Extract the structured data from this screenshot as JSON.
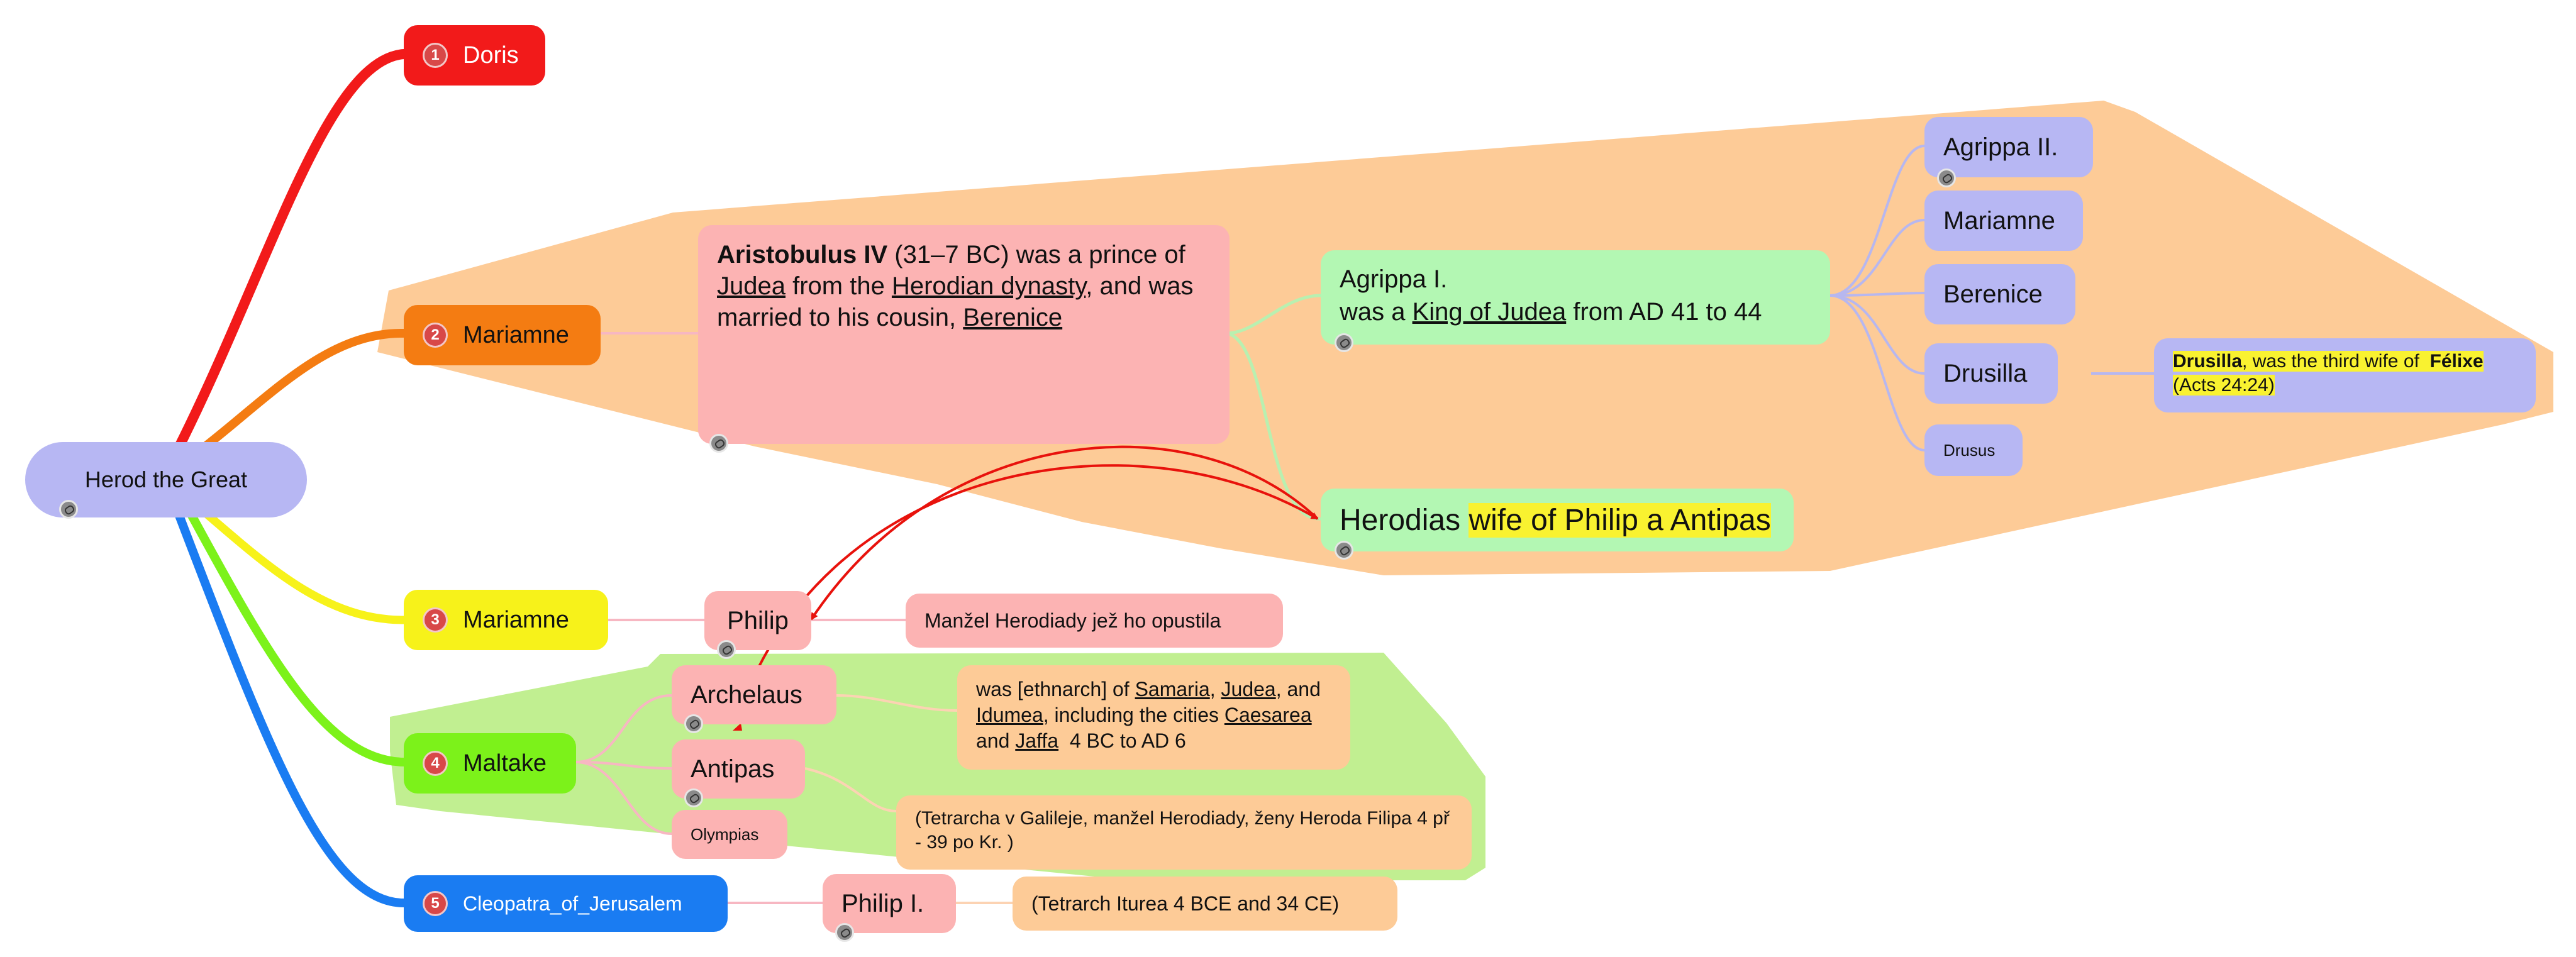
{
  "root": {
    "label": "Herod the Great"
  },
  "wives": [
    {
      "num": "1",
      "label": "Doris",
      "color": "#f21a1a"
    },
    {
      "num": "2",
      "label": "Mariamne",
      "color": "#f47c12"
    },
    {
      "num": "3",
      "label": "Mariamne",
      "color": "#f7f21a"
    },
    {
      "num": "4",
      "label": "Maltake",
      "color": "#7cf21a"
    },
    {
      "num": "5",
      "label": "Cleopatra_of_Jerusalem",
      "color": "#1a7cf2"
    }
  ],
  "aristobulus": {
    "name": "Aristobulus IV",
    "t1": " (31–7 BC) was a prince of ",
    "judea": "Judea",
    "t2": " from the ",
    "dynasty": "Herodian dynasty",
    "t3": ", and was married to his cousin, ",
    "berenice": "Berenice"
  },
  "agrippa1": {
    "line1": "Agrippa I.",
    "t1": "was a ",
    "king": "King of Judea",
    "t2": " from AD 41 to 44"
  },
  "herodias": {
    "name": "Herodias ",
    "highlight": "wife of Philip a Antipas"
  },
  "agrippa_children": [
    "Agrippa II.",
    "Mariamne",
    "Berenice",
    "Drusilla",
    "Drusus"
  ],
  "drusilla_note": {
    "name": "Drusilla",
    "t1": ", was the third wife of ",
    "felix": " Félixe",
    "t2": "(Acts 24:24)"
  },
  "philip": {
    "label": "Philip",
    "note": "Manžel Herodiady jež ho opustila"
  },
  "archelaus": {
    "label": "Archelaus",
    "t1": "was [ethnarch] of ",
    "samaria": "Samaria",
    "c1": ", ",
    "judea": "Judea",
    "t2": ", and ",
    "idumea": "Idumea",
    "t3": ", including the cities ",
    "caesarea": "Caesarea",
    "t4": " and ",
    "jaffa": "Jaffa",
    "t5": "  4 BC to AD 6"
  },
  "antipas": {
    "label": "Antipas",
    "note": "(Tetrarcha v Galileje, manžel Herodiady, ženy Heroda Filipa 4 př - 39 po Kr. )"
  },
  "olympias": {
    "label": "Olympias"
  },
  "philip1": {
    "label": "Philip I.",
    "note": "(Tetrarch Iturea 4 BCE and 34 CE)"
  }
}
